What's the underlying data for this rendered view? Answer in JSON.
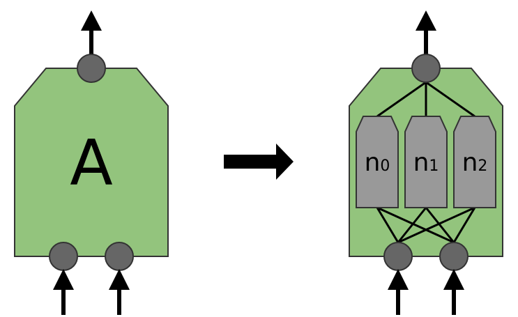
{
  "block_a": {
    "label": "A"
  },
  "expanded": {
    "nodes": [
      {
        "letter": "n",
        "subscript": "0"
      },
      {
        "letter": "n",
        "subscript": "1"
      },
      {
        "letter": "n",
        "subscript": "2"
      }
    ]
  },
  "colors": {
    "block_fill": "#93c47d",
    "node_fill": "#999999",
    "port_fill": "#666666",
    "stroke": "#333333",
    "line": "#000000"
  }
}
